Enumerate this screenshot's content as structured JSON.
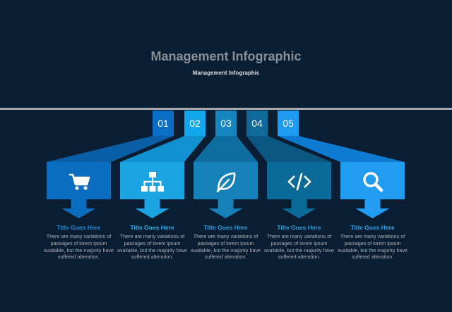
{
  "header": {
    "title": "Management Infographic",
    "subtitle": "Management Infographic"
  },
  "steps": [
    {
      "number": "01",
      "icon": "shopping-cart-icon",
      "title": "Title Goes Here",
      "body": "There are many variations of passages of lorem ipsum available, but the majority have suffered alteration.",
      "color_tab": "#0a6fc4",
      "color_panel": "#0a6dbf",
      "color_arm": "#0a5fa6",
      "color_title": "#1f8be0"
    },
    {
      "number": "02",
      "icon": "sitemap-icon",
      "title": "Title Goes Here",
      "body": "There are many variations of passages of lorem ipsum available, but the majority have suffered alteration.",
      "color_tab": "#12a6ea",
      "color_panel": "#1ba3e2",
      "color_arm": "#1191cf",
      "color_title": "#2bb4f3"
    },
    {
      "number": "03",
      "icon": "leaf-icon",
      "title": "Title Goes Here",
      "body": "There are many variations of passages of lorem ipsum available, but the majority have suffered alteration.",
      "color_tab": "#1685c0",
      "color_panel": "#1680b8",
      "color_arm": "#0f6d9f",
      "color_title": "#2aa0dc"
    },
    {
      "number": "04",
      "icon": "code-icon",
      "title": "Title Goes Here",
      "body": "There are many variations of passages of lorem ipsum available, but the majority have suffered alteration.",
      "color_tab": "#0f6a9a",
      "color_panel": "#0c6a98",
      "color_arm": "#0a5881",
      "color_title": "#2aa0dc"
    },
    {
      "number": "05",
      "icon": "search-icon",
      "title": "Title Goes Here",
      "body": "There are many variations of passages of lorem ipsum available, but the majority have suffered alteration.",
      "color_tab": "#1e9cf2",
      "color_panel": "#229cf0",
      "color_arm": "#0e7ad0",
      "color_title": "#2aa8f5"
    }
  ]
}
